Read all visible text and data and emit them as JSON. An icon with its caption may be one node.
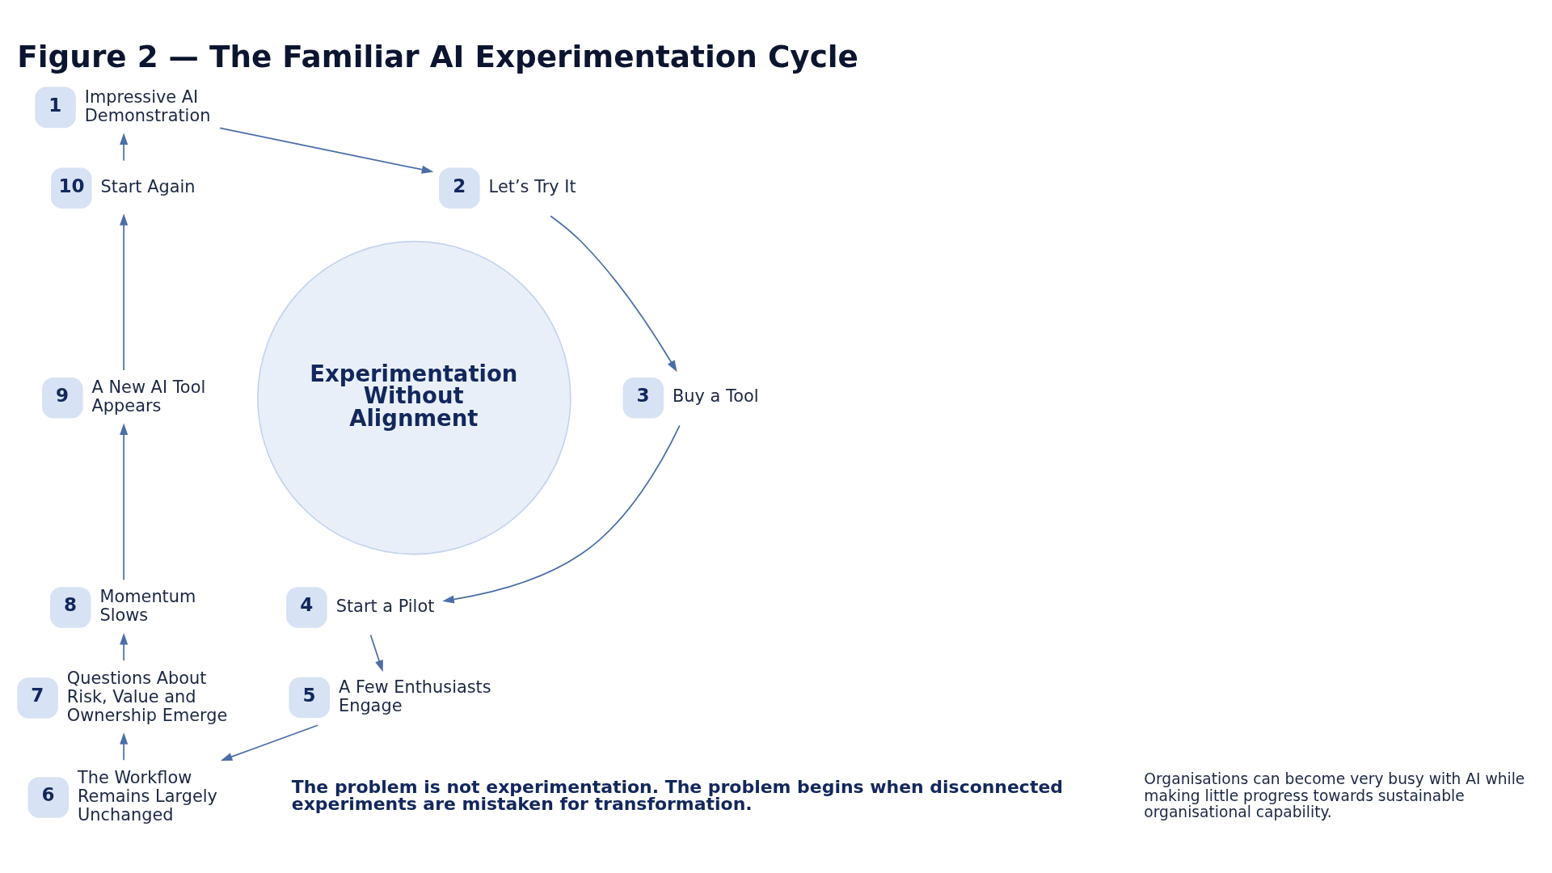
{
  "diagram": {
    "title": "Figure 2 — The Familiar AI Experimentation Cycle",
    "nodes": [
      {
        "text": [
          "1"
        ],
        "beside": [
          "Impressive AI Demonstration"
        ]
      },
      {
        "text": [
          "2"
        ],
        "beside": [
          "Let’s Try It"
        ]
      },
      {
        "text": [
          "3"
        ],
        "beside": [
          "Buy a Tool"
        ]
      },
      {
        "text": [
          "4"
        ],
        "beside": [
          "Start a Pilot"
        ]
      },
      {
        "text": [
          "5"
        ],
        "beside": [
          "A Few Enthusiasts Engage"
        ]
      },
      {
        "text": [
          "6"
        ],
        "beside": [
          "The Workflow Remains Largely Unchanged"
        ]
      },
      {
        "text": [
          "7"
        ],
        "beside": [
          "Questions About Risk, Value and Ownership Emerge"
        ]
      },
      {
        "text": [
          "8"
        ],
        "beside": [
          "Momentum Slows"
        ]
      },
      {
        "text": [
          "9"
        ],
        "beside": [
          "A New AI Tool Appears"
        ]
      },
      {
        "text": [
          "10"
        ],
        "beside": [
          "Start Again"
        ]
      },
      {
        "text": [
          "Experimentation Without Alignment"
        ]
      }
    ],
    "edges": [
      {
        "from": 0,
        "to": 1,
        "arrow": "to"
      },
      {
        "from": 1,
        "to": 2,
        "arrow": "to"
      },
      {
        "from": 2,
        "to": 3,
        "arrow": "to"
      },
      {
        "from": 3,
        "to": 4,
        "arrow": "to"
      },
      {
        "from": 4,
        "to": 5,
        "arrow": "to"
      },
      {
        "from": 5,
        "to": 6,
        "arrow": "to"
      },
      {
        "from": 6,
        "to": 7,
        "arrow": "to"
      },
      {
        "from": 7,
        "to": 8,
        "arrow": "to"
      },
      {
        "from": 8,
        "to": 9,
        "arrow": "to"
      },
      {
        "from": 9,
        "to": 0,
        "arrow": "to"
      }
    ],
    "labels": [
      "The problem is not experimentation. The problem begins when disconnected experiments are mistaken for transformation.",
      "Organisations can become very busy with AI while making little progress towards sustainable organisational capability."
    ]
  }
}
